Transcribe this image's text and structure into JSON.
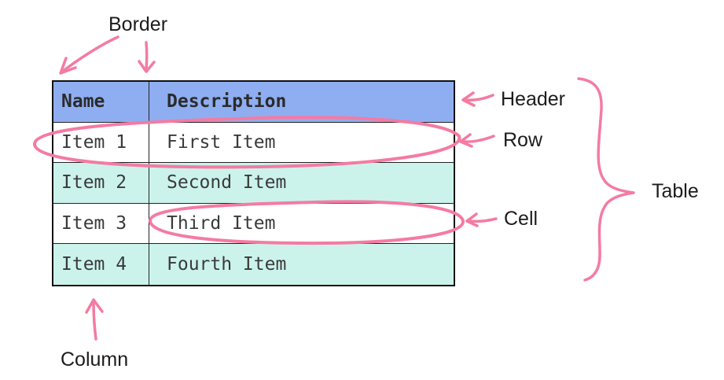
{
  "diagram": {
    "labels": {
      "border": "Border",
      "header": "Header",
      "row": "Row",
      "cell": "Cell",
      "table": "Table",
      "column": "Column"
    },
    "colors": {
      "annotation_pink": "#F47BA2",
      "header_blue": "#8FAEF1",
      "row_teal": "#CBF3EC",
      "row_white": "#FFFFFF",
      "table_border": "#111111",
      "table_text": "#3A3A3A"
    }
  },
  "table": {
    "headers": [
      "Name",
      "Description"
    ],
    "rows": [
      {
        "name": "Item 1",
        "description": "First Item"
      },
      {
        "name": "Item 2",
        "description": "Second Item"
      },
      {
        "name": "Item 3",
        "description": "Third Item"
      },
      {
        "name": "Item 4",
        "description": "Fourth Item"
      }
    ]
  }
}
